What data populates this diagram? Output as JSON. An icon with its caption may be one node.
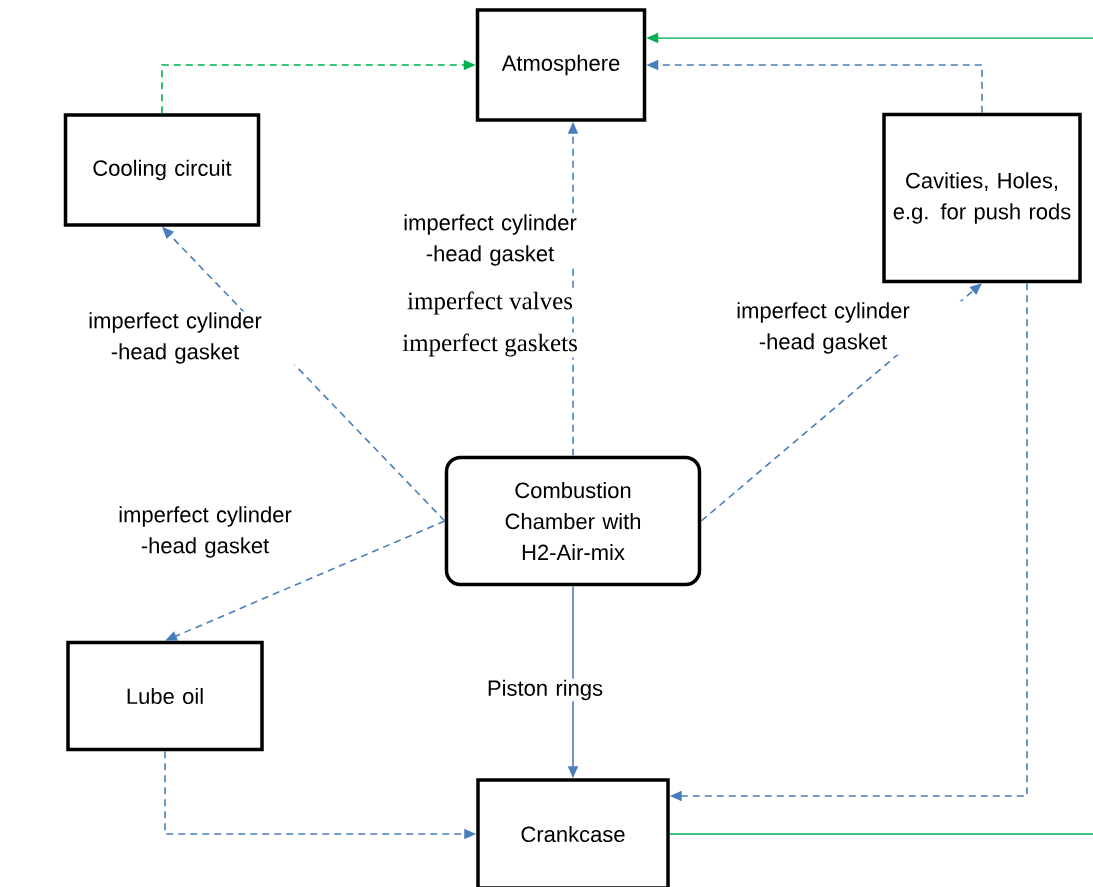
{
  "diagram": {
    "nodes": [
      {
        "text": [
          "Atmosphere"
        ]
      },
      {
        "text": [
          "Cooling circuit"
        ]
      },
      {
        "text": [
          "Cavities, Holes, e.g. for push rods"
        ]
      },
      {
        "text": [
          "Combustion Chamber with H2-Air-mix"
        ]
      },
      {
        "text": [
          "Lube oil"
        ]
      },
      {
        "text": [
          "Crankcase"
        ]
      }
    ],
    "edges": [
      {
        "from": 1,
        "to": 0,
        "arrow": "to",
        "style": "dashed",
        "color": "#00b050"
      },
      {
        "from": 2,
        "to": 0,
        "arrow": "to",
        "style": "dashed"
      },
      {
        "from": 5,
        "to": null,
        "arrow": "none",
        "color": "#00b050"
      },
      {
        "from": null,
        "to": 0,
        "arrow": "to",
        "color": "#00b050"
      },
      {
        "from": 3,
        "to": 1,
        "arrow": "to",
        "style": "dashed",
        "label": "imperfect cylinder -head gasket"
      },
      {
        "from": 3,
        "to": 0,
        "arrow": "to",
        "style": "dashed",
        "label": "imperfect cylinder -head gasket"
      },
      {
        "from": 3,
        "to": 2,
        "arrow": "to",
        "style": "dashed",
        "label": "imperfect cylinder -head gasket"
      },
      {
        "from": 3,
        "to": 4,
        "arrow": "to",
        "style": "dashed",
        "label": "imperfect cylinder -head gasket"
      },
      {
        "from": 3,
        "to": 5,
        "arrow": "to",
        "label": "Piston rings"
      },
      {
        "from": 4,
        "to": 5,
        "arrow": "to",
        "style": "dashed"
      },
      {
        "from": 2,
        "to": 5,
        "arrow": "to",
        "style": "dashed"
      }
    ],
    "labels": [
      "imperfect valves",
      "imperfect gaskets"
    ]
  }
}
